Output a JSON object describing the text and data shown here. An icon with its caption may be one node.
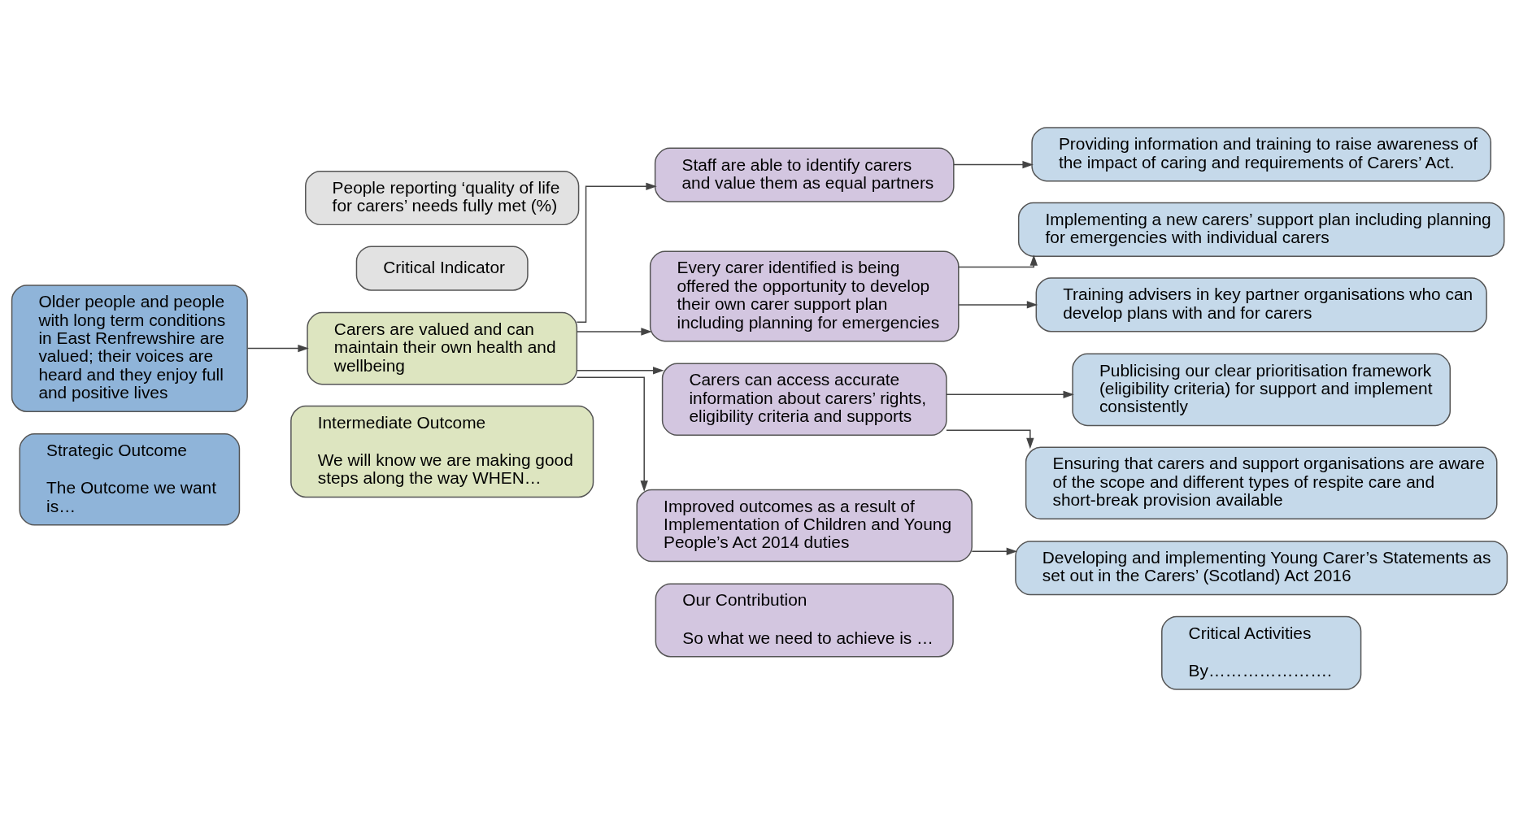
{
  "diagram": {
    "nodes": [
      {
        "text": [
          "Strategic Outcome",
          "The Outcome we want is…"
        ]
      },
      {
        "text": [
          "Intermediate Outcome",
          "We will know we are making good steps along the way WHEN…"
        ]
      },
      {
        "text": [
          "Our Contribution",
          "So what we need to achieve is …"
        ]
      },
      {
        "text": [
          "Critical Activities",
          "By…………………."
        ]
      },
      {
        "text": [
          "Older people and people with long term conditions in East Renfrewshire are valued; their voices are heard and they enjoy full and positive lives"
        ]
      },
      {
        "text": [
          "Carers are valued and can maintain their own health and wellbeing"
        ]
      },
      {
        "text": [
          "Critical Indicator"
        ]
      },
      {
        "text": [
          "People reporting ‘quality of life for carers’ needs fully met (%)"
        ]
      },
      {
        "text": [
          "Staff are able to identify carers and value them as equal partners"
        ]
      },
      {
        "text": [
          "Every carer identified is being offered the opportunity to develop their own carer support plan including planning for emergencies"
        ]
      },
      {
        "text": [
          "Carers can access accurate information about carers’ rights, eligibility criteria and supports"
        ]
      },
      {
        "text": [
          "Improved outcomes as a result of Implementation of Children and Young People’s Act 2014 duties"
        ]
      },
      {
        "text": [
          "Providing information and training to raise awareness of the impact of caring and requirements of Carers’ Act."
        ]
      },
      {
        "text": [
          "Implementing a new carers’ support plan including planning for emergencies with individual carers"
        ]
      },
      {
        "text": [
          "Training advisers in key partner organisations who can develop plans with and for carers"
        ]
      },
      {
        "text": [
          "Publicising our clear prioritisation framework (eligibility criteria) for support and implement consistently"
        ]
      },
      {
        "text": [
          "Ensuring that carers and support organisations are aware of the scope and different types of respite care and short-break provision available"
        ]
      },
      {
        "text": [
          "Developing and implementing Young Carer’s Statements as set out in the Carers’ (Scotland) Act 2016"
        ]
      }
    ],
    "edges": [
      {
        "from": 4,
        "to": 5,
        "arrow": "to"
      },
      {
        "from": 5,
        "to": 8,
        "arrow": "to"
      },
      {
        "from": 5,
        "to": 9,
        "arrow": "to"
      },
      {
        "from": 5,
        "to": 10,
        "arrow": "to"
      },
      {
        "from": 5,
        "to": 11,
        "arrow": "to"
      },
      {
        "from": 8,
        "to": 12,
        "arrow": "to"
      },
      {
        "from": 9,
        "to": 13,
        "arrow": "to"
      },
      {
        "from": 9,
        "to": 14,
        "arrow": "to"
      },
      {
        "from": 10,
        "to": 15,
        "arrow": "to"
      },
      {
        "from": 10,
        "to": 16,
        "arrow": "to"
      },
      {
        "from": 11,
        "to": 17,
        "arrow": "to"
      }
    ]
  }
}
